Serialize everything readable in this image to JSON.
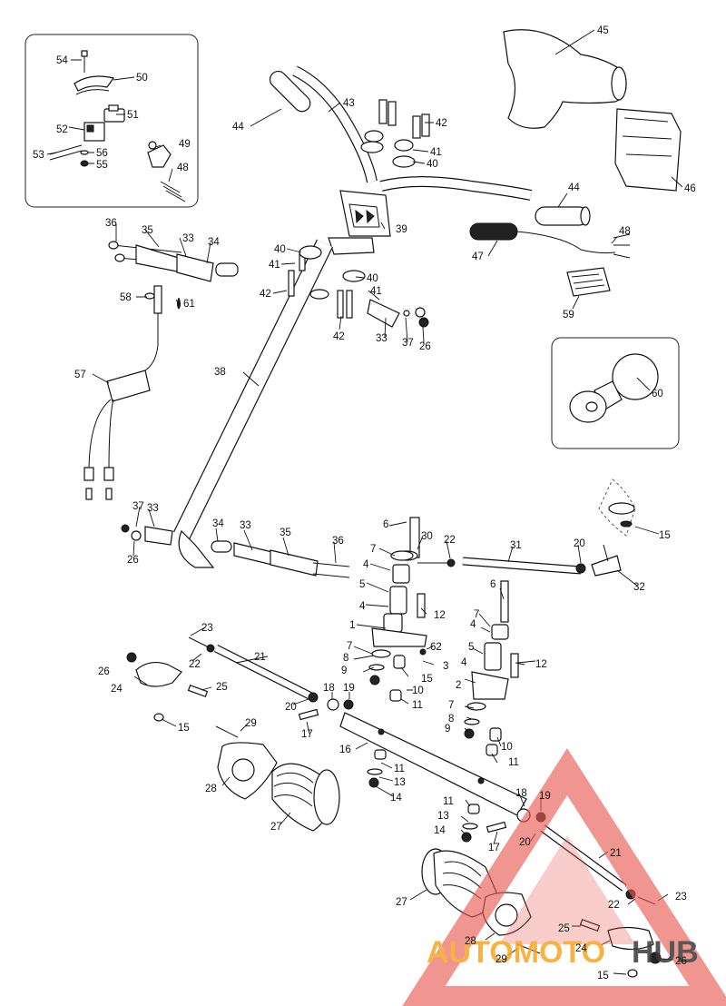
{
  "callouts": [
    {
      "id": "c54",
      "text": "54"
    },
    {
      "id": "c50",
      "text": "50"
    },
    {
      "id": "c51",
      "text": "51"
    },
    {
      "id": "c52",
      "text": "52"
    },
    {
      "id": "c53",
      "text": "53"
    },
    {
      "id": "c56",
      "text": "56"
    },
    {
      "id": "c55",
      "text": "55"
    },
    {
      "id": "c49",
      "text": "49"
    },
    {
      "id": "c48a",
      "text": "48"
    },
    {
      "id": "c45",
      "text": "45"
    },
    {
      "id": "c46",
      "text": "46"
    },
    {
      "id": "c44a",
      "text": "44"
    },
    {
      "id": "c43",
      "text": "43"
    },
    {
      "id": "c42a",
      "text": "42"
    },
    {
      "id": "c41a",
      "text": "41"
    },
    {
      "id": "c40a",
      "text": "40"
    },
    {
      "id": "c44b",
      "text": "44"
    },
    {
      "id": "c39",
      "text": "39"
    },
    {
      "id": "c48b",
      "text": "48"
    },
    {
      "id": "c47",
      "text": "47"
    },
    {
      "id": "c59",
      "text": "59"
    },
    {
      "id": "c36a",
      "text": "36"
    },
    {
      "id": "c35a",
      "text": "35"
    },
    {
      "id": "c33a",
      "text": "33"
    },
    {
      "id": "c34a",
      "text": "34"
    },
    {
      "id": "c40b",
      "text": "40"
    },
    {
      "id": "c41b",
      "text": "41"
    },
    {
      "id": "c40c",
      "text": "40"
    },
    {
      "id": "c42b",
      "text": "42"
    },
    {
      "id": "c41c",
      "text": "41"
    },
    {
      "id": "c42c",
      "text": "42"
    },
    {
      "id": "c33b",
      "text": "33"
    },
    {
      "id": "c37a",
      "text": "37"
    },
    {
      "id": "c26a",
      "text": "26"
    },
    {
      "id": "c58",
      "text": "58"
    },
    {
      "id": "c61",
      "text": "61"
    },
    {
      "id": "c57",
      "text": "57"
    },
    {
      "id": "c38",
      "text": "38"
    },
    {
      "id": "c60",
      "text": "60"
    },
    {
      "id": "c37b",
      "text": "37"
    },
    {
      "id": "c33c",
      "text": "33"
    },
    {
      "id": "c26b",
      "text": "26"
    },
    {
      "id": "c34b",
      "text": "34"
    },
    {
      "id": "c33d",
      "text": "33"
    },
    {
      "id": "c35b",
      "text": "35"
    },
    {
      "id": "c36b",
      "text": "36"
    },
    {
      "id": "c15a",
      "text": "15"
    },
    {
      "id": "c6a",
      "text": "6"
    },
    {
      "id": "c30",
      "text": "30"
    },
    {
      "id": "c22a",
      "text": "22"
    },
    {
      "id": "c31",
      "text": "31"
    },
    {
      "id": "c20a",
      "text": "20"
    },
    {
      "id": "c32",
      "text": "32"
    },
    {
      "id": "c7a",
      "text": "7"
    },
    {
      "id": "c4a",
      "text": "4"
    },
    {
      "id": "c5a",
      "text": "5"
    },
    {
      "id": "c6b",
      "text": "6"
    },
    {
      "id": "c4b",
      "text": "4"
    },
    {
      "id": "c12a",
      "text": "12"
    },
    {
      "id": "c7b",
      "text": "7"
    },
    {
      "id": "c1",
      "text": "1"
    },
    {
      "id": "c4c",
      "text": "4"
    },
    {
      "id": "c5b",
      "text": "5"
    },
    {
      "id": "c23a",
      "text": "23"
    },
    {
      "id": "c7c",
      "text": "7"
    },
    {
      "id": "c62",
      "text": "62"
    },
    {
      "id": "c3",
      "text": "3"
    },
    {
      "id": "c12b",
      "text": "12"
    },
    {
      "id": "c8a",
      "text": "8"
    },
    {
      "id": "c15b",
      "text": "15"
    },
    {
      "id": "c4d",
      "text": "4"
    },
    {
      "id": "c9a",
      "text": "9"
    },
    {
      "id": "c10a",
      "text": "10"
    },
    {
      "id": "c2",
      "text": "2"
    },
    {
      "id": "c22b",
      "text": "22"
    },
    {
      "id": "c21a",
      "text": "21"
    },
    {
      "id": "c11a",
      "text": "11"
    },
    {
      "id": "c7d",
      "text": "7"
    },
    {
      "id": "c26c",
      "text": "26"
    },
    {
      "id": "c24a",
      "text": "24"
    },
    {
      "id": "c25a",
      "text": "25"
    },
    {
      "id": "c18a",
      "text": "18"
    },
    {
      "id": "c19a",
      "text": "19"
    },
    {
      "id": "c8b",
      "text": "8"
    },
    {
      "id": "c20b",
      "text": "20"
    },
    {
      "id": "c9b",
      "text": "9"
    },
    {
      "id": "c10b",
      "text": "10"
    },
    {
      "id": "c17a",
      "text": "17"
    },
    {
      "id": "c15c",
      "text": "15"
    },
    {
      "id": "c11b",
      "text": "11"
    },
    {
      "id": "c29a",
      "text": "29"
    },
    {
      "id": "c16",
      "text": "16"
    },
    {
      "id": "c11c",
      "text": "11"
    },
    {
      "id": "c28a",
      "text": "28"
    },
    {
      "id": "c13a",
      "text": "13"
    },
    {
      "id": "c14a",
      "text": "14"
    },
    {
      "id": "c27a",
      "text": "27"
    },
    {
      "id": "c18b",
      "text": "18"
    },
    {
      "id": "c19b",
      "text": "19"
    },
    {
      "id": "c11d",
      "text": "11"
    },
    {
      "id": "c13b",
      "text": "13"
    },
    {
      "id": "c14b",
      "text": "14"
    },
    {
      "id": "c17b",
      "text": "17"
    },
    {
      "id": "c20c",
      "text": "20"
    },
    {
      "id": "c21b",
      "text": "21"
    },
    {
      "id": "c27b",
      "text": "27"
    },
    {
      "id": "c22c",
      "text": "22"
    },
    {
      "id": "c23b",
      "text": "23"
    },
    {
      "id": "c25b",
      "text": "25"
    },
    {
      "id": "c28b",
      "text": "28"
    },
    {
      "id": "c24b",
      "text": "24"
    },
    {
      "id": "c29b",
      "text": "29"
    },
    {
      "id": "c26d",
      "text": "26"
    },
    {
      "id": "c15d",
      "text": "15"
    }
  ],
  "watermark": {
    "brand_part1": "AUTOMOTO",
    "brand_part2": "HUB",
    "color_primary": "#e85a50",
    "color_secondary": "#f5a623",
    "color_text_dark": "#3a3a3a"
  }
}
